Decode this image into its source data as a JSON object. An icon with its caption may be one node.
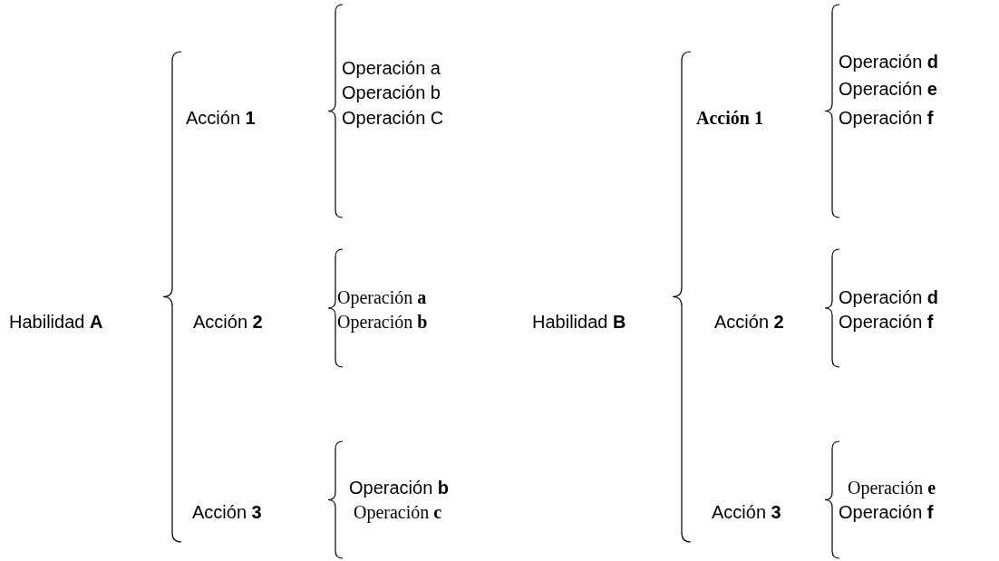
{
  "diagram": {
    "nodes": [
      {
        "text": [
          "Habilidad **A**"
        ]
      },
      {
        "text": [
          "Acción **1**"
        ]
      },
      {
        "text": [
          "Operación  a"
        ]
      },
      {
        "text": [
          "Operación b"
        ]
      },
      {
        "text": [
          "Operación C"
        ]
      },
      {
        "text": [
          "Acción **2**"
        ]
      },
      {
        "text": [
          "Operación **a**"
        ]
      },
      {
        "text": [
          "Operación **b**"
        ]
      },
      {
        "text": [
          "Acción **3**"
        ]
      },
      {
        "text": [
          "Operación **b**"
        ]
      },
      {
        "text": [
          "Operación **c**"
        ]
      },
      {
        "text": [
          "Habilidad **B**"
        ]
      },
      {
        "text": [
          "Acción 1"
        ]
      },
      {
        "text": [
          "Operación **d**"
        ]
      },
      {
        "text": [
          "Operación **e**"
        ]
      },
      {
        "text": [
          "Operación **f**"
        ]
      },
      {
        "text": [
          "Acción **2**"
        ]
      },
      {
        "text": [
          "Operación **d**"
        ]
      },
      {
        "text": [
          "Operación **f**"
        ]
      },
      {
        "text": [
          "Acción **3**"
        ]
      },
      {
        "text": [
          "Operación **e**"
        ]
      },
      {
        "text": [
          "Operación **f**"
        ]
      }
    ]
  }
}
